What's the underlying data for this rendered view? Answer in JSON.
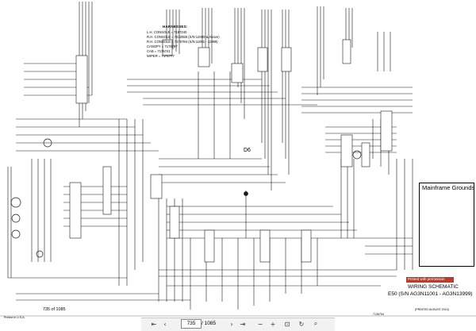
{
  "harness": {
    "title": "HARNESSES:",
    "lines": [
      "L.H. CONSOLE = 7167240",
      "R.H. CONSOLE = 7222555 (S/N 12000 & Above)",
      "R.H. CONSOLE = 7175784 (S/N 11001 - 11999)",
      "CANOPY = 7176787",
      "CAB = 7175741",
      "WIPER = 7171777"
    ]
  },
  "mainframe_grounds": {
    "title": "Mainframe Grounds"
  },
  "stamp": {
    "text": "Printed with permission"
  },
  "schematic": {
    "title": "WIRING SCHEMATIC",
    "model": "E50 (S/N AG3N11001 - AG3N13999)",
    "printed": "(PRINTED AUGUST 2013)",
    "page_label": "735 of 1085",
    "printed_usa": "Printed in U.S.A.",
    "part_no": "7136754",
    "d_label": "D6"
  },
  "toolbar": {
    "page_current": "735",
    "page_total": "/ 1085",
    "first": "⇤",
    "prev": "‹",
    "next": "›",
    "last": "⇥",
    "zoom_out": "−",
    "zoom_in": "+",
    "fit": "⊡",
    "rotate": "↻",
    "search": "⌕"
  },
  "colors": {
    "wire": "#1a1a1a",
    "stamp": "#c0392b",
    "toolbar": "#f2f2f2"
  }
}
